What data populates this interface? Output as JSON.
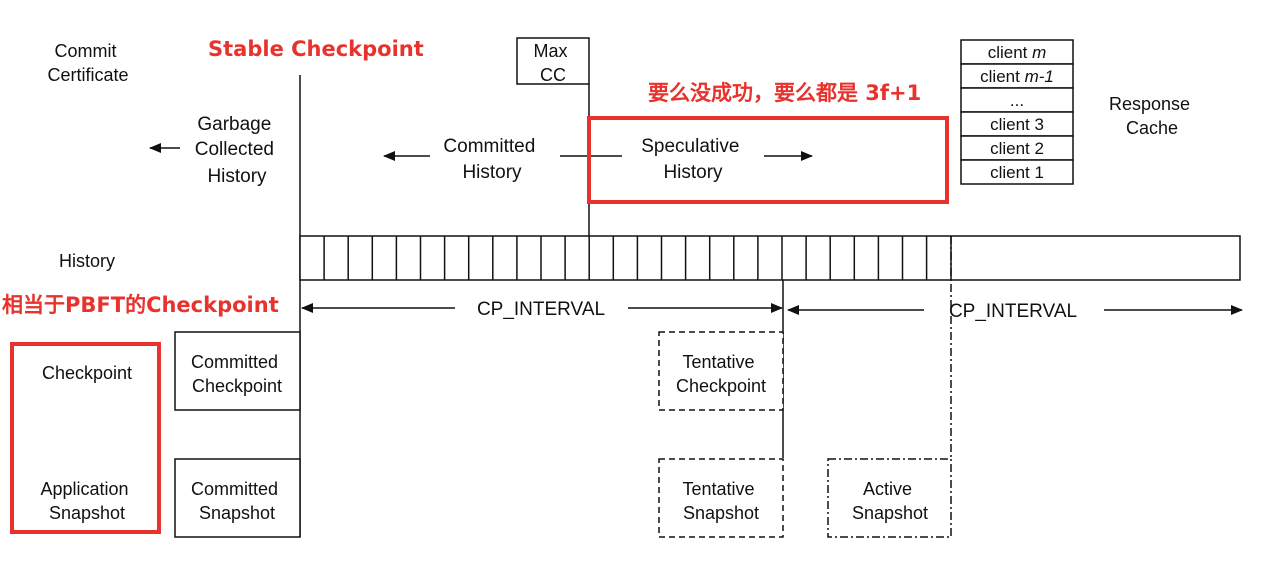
{
  "annotations": {
    "stable_checkpoint": "Stable Checkpoint",
    "either_or": "要么没成功，要么都是 3f+1",
    "pbft_equiv": "相当于PBFT的Checkpoint"
  },
  "labels": {
    "commit_certificate": [
      "Commit",
      "Certificate"
    ],
    "garbage_collected": [
      "Garbage",
      "Collected",
      "History"
    ],
    "committed_history": [
      "Committed",
      "History"
    ],
    "speculative_history": [
      "Speculative",
      "History"
    ],
    "max_cc": [
      "Max",
      "CC"
    ],
    "response_cache": [
      "Response",
      "Cache"
    ],
    "history": "History",
    "cp_interval_1": "CP_INTERVAL",
    "cp_interval_2": "CP_INTERVAL",
    "checkpoint": "Checkpoint",
    "application_snapshot": [
      "Application",
      "Snapshot"
    ],
    "committed_checkpoint": [
      "Committed",
      "Checkpoint"
    ],
    "committed_snapshot": [
      "Committed",
      "Snapshot"
    ],
    "tentative_checkpoint": [
      "Tentative",
      "Checkpoint"
    ],
    "tentative_snapshot": [
      "Tentative",
      "Snapshot"
    ],
    "active_snapshot": [
      "Active",
      "Snapshot"
    ]
  },
  "response_cache_rows": [
    {
      "prefix": "client ",
      "var": "m"
    },
    {
      "prefix": "client ",
      "var": "m-1"
    },
    {
      "prefix": "...",
      "var": ""
    },
    {
      "prefix": "client 3",
      "var": ""
    },
    {
      "prefix": "client 2",
      "var": ""
    },
    {
      "prefix": "client 1",
      "var": ""
    }
  ],
  "colors": {
    "annotation_red": "#e8322d",
    "line": "#111111"
  }
}
